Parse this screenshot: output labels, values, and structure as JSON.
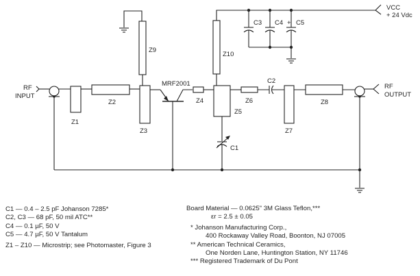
{
  "schematic": {
    "labels": {
      "rf_input_1": "RF",
      "rf_input_2": "INPUT",
      "rf_output_1": "RF",
      "rf_output_2": "OUTPUT",
      "vcc": "VCC",
      "vcc_value": "+ 24 Vdc",
      "transistor": "MRF2001",
      "z1": "Z1",
      "z2": "Z2",
      "z3": "Z3",
      "z4": "Z4",
      "z5": "Z5",
      "z6": "Z6",
      "z7": "Z7",
      "z8": "Z8",
      "z9": "Z9",
      "z10": "Z10",
      "c1": "C1",
      "c2": "C2",
      "c3": "C3",
      "c4": "C4",
      "c5": "C5",
      "c5_polarity": "+"
    }
  },
  "notes": {
    "parts": [
      "C1 — 0.4 – 2.5 pF Johanson 7285*",
      "C2, C3 — 68 pF, 50 mil ATC**",
      "C4 — 0.1 µF, 50 V",
      "C5 — 4.7 µF, 50 V Tantalum",
      "Z1 – Z10 — Microstrip; see Photomaster, Figure 3"
    ],
    "board": {
      "material": "Board Material — 0.0625\" 3M Glass Teflon,***",
      "dielectric": "εr = 2.5 ± 0.05"
    },
    "footnotes": {
      "f1_name": "* Johanson Manufacturing Corp.,",
      "f1_addr": "400 Rockaway Valley Road, Boonton, NJ 07005",
      "f2_name": "** American Technical Ceramics,",
      "f2_addr": "One Norden Lane, Huntington Station, NY 11746",
      "f3": "*** Registered Trademark of Du Pont"
    }
  }
}
